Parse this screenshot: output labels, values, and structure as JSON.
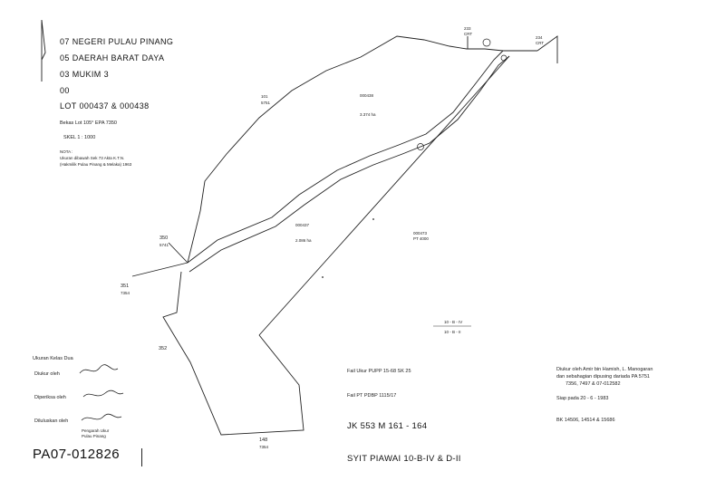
{
  "header": {
    "negeri": "07 NEGERI PULAU PINANG",
    "daerah": "05 DAERAH BARAT DAYA",
    "mukim": "03 MUKIM 3",
    "code": "00",
    "lot": "LOT 000437 & 000438",
    "bekas_lot": "Bekas Lot 105° EPA 7350",
    "skel": "SKEL 1 : 1000"
  },
  "nota": {
    "title": "NOTA :",
    "line1": "Ukuran dibawah Sek 73 Akta K.T.N.",
    "line2": "(Hakmilik Pulau Pinang & Melaka) 1963"
  },
  "parcels": {
    "lot_438": "000438",
    "lot_438_area": "3.374 ha",
    "lot_437": "000437",
    "lot_437_area": "2.086 ha",
    "lot_473": "000473",
    "lot_473_ref": "PT 4000",
    "lot_101": "101",
    "lot_101_ref": "5751",
    "lot_350": "350",
    "lot_350_ref": "5741",
    "lot_351": "351",
    "lot_351_ref": "7354",
    "lot_352": "352",
    "lot_148": "148",
    "lot_148_ref": "7354",
    "lot_233": "233",
    "lot_233_ref": "CRT",
    "lot_234": "234",
    "lot_234_ref": "CRT"
  },
  "sheet_box": {
    "top": "10 - B - IV",
    "bottom": "10 - B - II"
  },
  "signatures": {
    "ukuran_kelas": "Ukuran Kelas Dua",
    "diukur": "Diukur oleh",
    "diperiksa": "Diperiksa oleh",
    "diluluskan": "Diluluskan oleh",
    "diluluskan_name": "Pengarah Ukur",
    "diluluskan_place": "Pulau Pinang"
  },
  "references": {
    "fail_ukur": "Fail Ukur PUPP 15-68 SK 25",
    "fail_pt": "Fail PT PDBP 1115/17",
    "jk": "JK 553 M 161 - 164",
    "syit": "SYIT PIAWAI 10-B-IV & D-II",
    "diukur_note1": "Diukur oleh Amir bin Hamish, L. Manogaran",
    "diukur_note2": "dan sebahagian dipusing dariada PA 5751",
    "diukur_note3": "7356, 7497 & 07-012582",
    "siap": "Siap pada 20 - 6 - 1983",
    "bk": "BK 14506, 14514 & 15686"
  },
  "plan_ref": "PA07-012826"
}
